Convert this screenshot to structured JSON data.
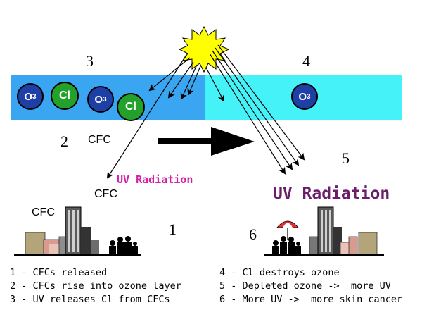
{
  "section_numbers": [
    "1",
    "2",
    "3",
    "4",
    "5",
    "6"
  ],
  "molecules": {
    "o3": "O3",
    "cl": "Cl"
  },
  "cfc_label": "CFC",
  "uv_small": "UV Radiation",
  "uv_large": "UV Radiation",
  "legend_left": [
    "1 - CFCs released",
    "2 - CFCs rise into ozone layer",
    "3 - UV releases Cl from CFCs"
  ],
  "legend_right": [
    "4 - Cl destroys ozone",
    "5 - Depleted ozone ->  more UV",
    "6 - More UV ->  more skin cancer"
  ],
  "colors": {
    "ozone_intact": "#3aa6f2",
    "ozone_depleted": "#44f2f8",
    "o3_molecule": "#1d3fa6",
    "cl_atom": "#24a12b",
    "sun": "#ffff00",
    "uv_small_text": "#d21fa7",
    "uv_large_text": "#6b1f6b"
  }
}
